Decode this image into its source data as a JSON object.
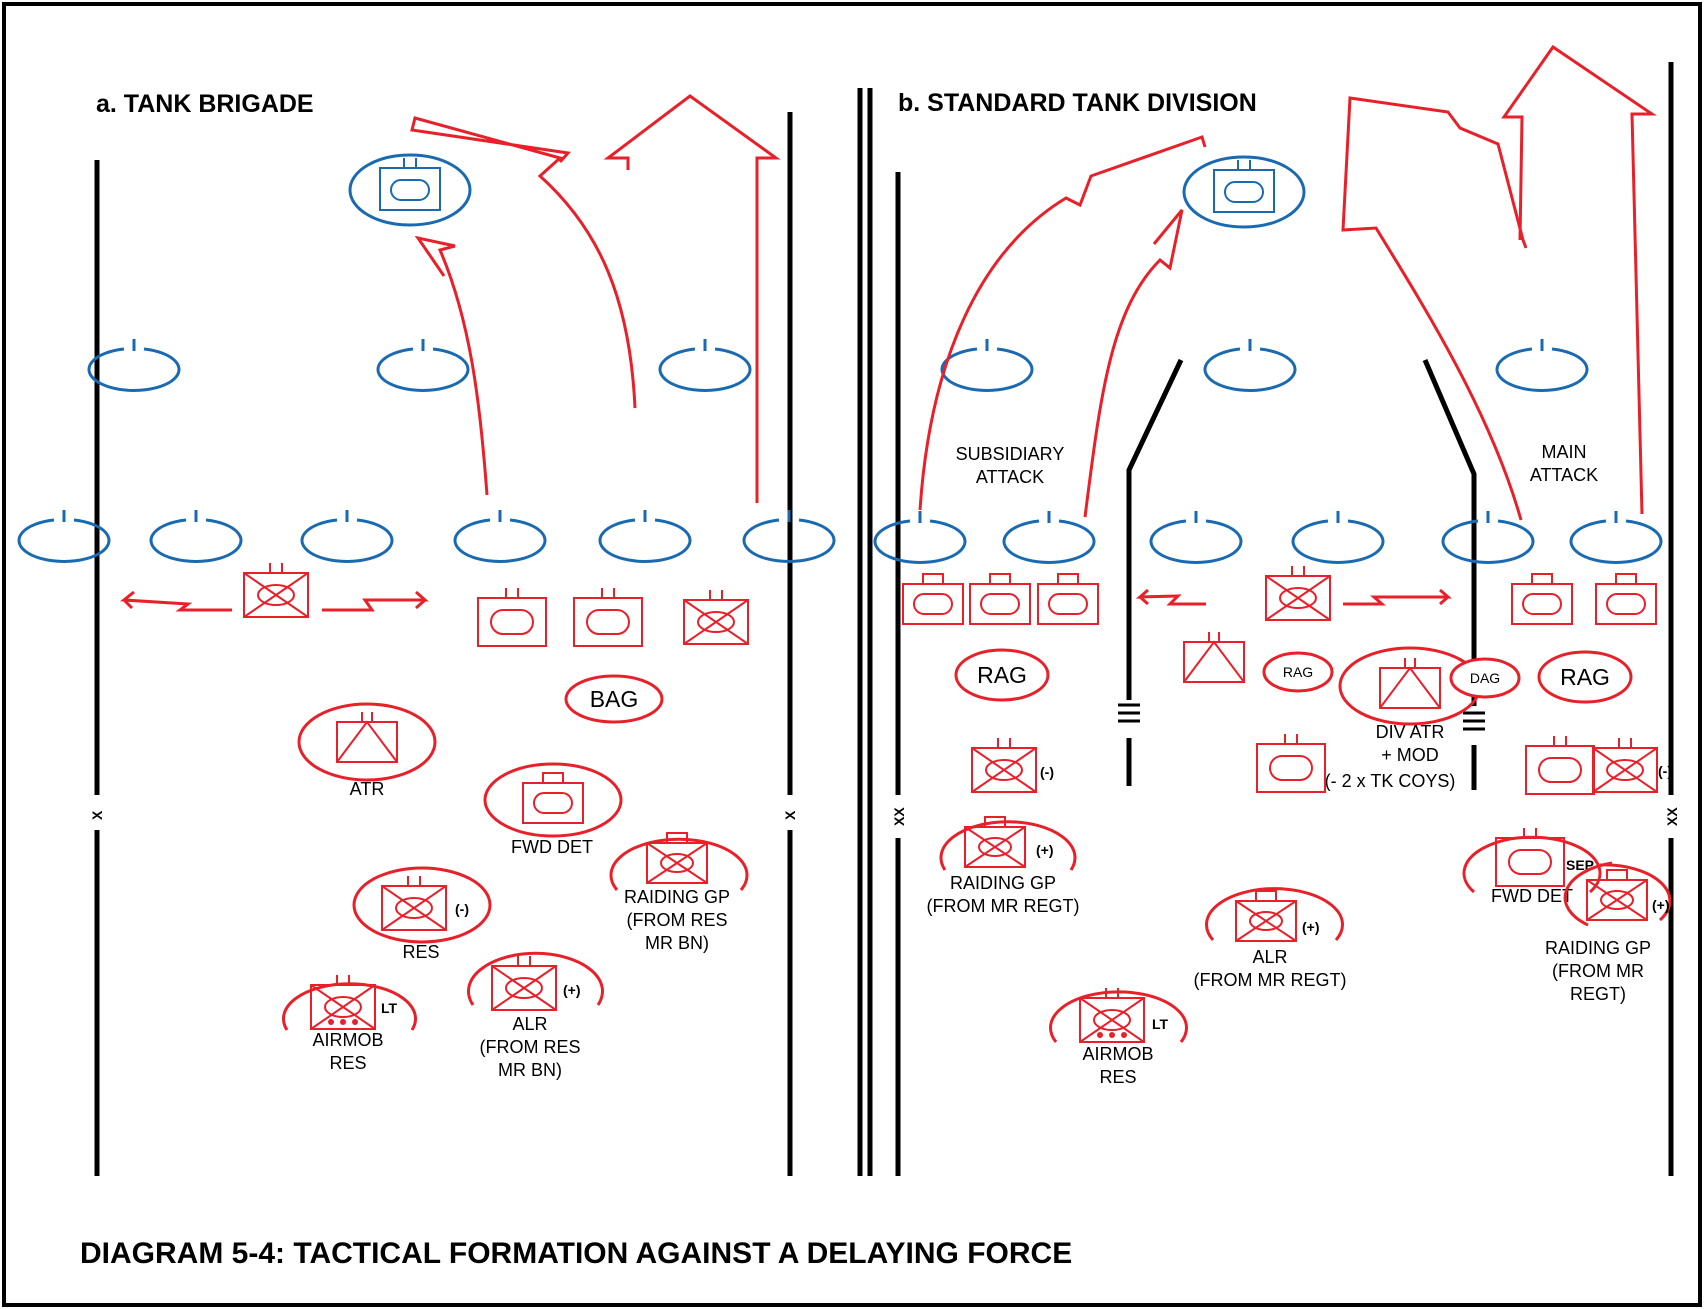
{
  "panel_a": {
    "title": "a.  TANK BRIGADE",
    "boundary_mark": "X",
    "labels": {
      "bag": "BAG",
      "atr": "ATR",
      "fwd_det": "FWD DET",
      "raiding_gp": [
        "RAIDING GP",
        "(FROM RES",
        "MR BN)"
      ],
      "res": "RES",
      "airmob_res": [
        "AIRMOB",
        "RES"
      ],
      "alr": [
        "ALR",
        "(FROM RES",
        "MR BN)"
      ]
    },
    "modifiers": {
      "minus": "(-)",
      "plus": "(+)",
      "light": "LT"
    }
  },
  "panel_b": {
    "title": "b.  STANDARD TANK DIVISION",
    "boundary_mark": "XX",
    "labels": {
      "subsidiary_attack": [
        "SUBSIDIARY",
        "ATTACK"
      ],
      "main_attack": [
        "MAIN",
        "ATTACK"
      ],
      "rag": "RAG",
      "dag": "DAG",
      "div_atr": [
        "DIV ATR",
        "+ MOD",
        "(- 2 x TK COYS)"
      ],
      "raiding_gp_left": [
        "RAIDING GP",
        "(FROM MR REGT)"
      ],
      "alr": [
        "ALR",
        "(FROM MR REGT)"
      ],
      "airmob_res": [
        "AIRMOB",
        "RES"
      ],
      "fwd_det": "FWD DET",
      "raiding_gp_right": [
        "RAIDING GP",
        "(FROM MR",
        "REGT)"
      ]
    },
    "modifiers": {
      "minus": "(-)",
      "plus": "(+)",
      "light": "LT",
      "separate": "SEP"
    }
  },
  "caption": "DIAGRAM 5-4:  TACTICAL FORMATION AGAINST A DELAYING FORCE",
  "colors": {
    "own_forces": "#e8202a",
    "enemy_forces": "#1a6ab2",
    "boundaries": "#000000"
  },
  "icon_names": [
    "tank-unit-icon",
    "motor-rifle-unit-icon",
    "anti-tank-unit-icon",
    "enemy-position-icon",
    "attack-arrow-icon",
    "boundary-line-icon"
  ]
}
